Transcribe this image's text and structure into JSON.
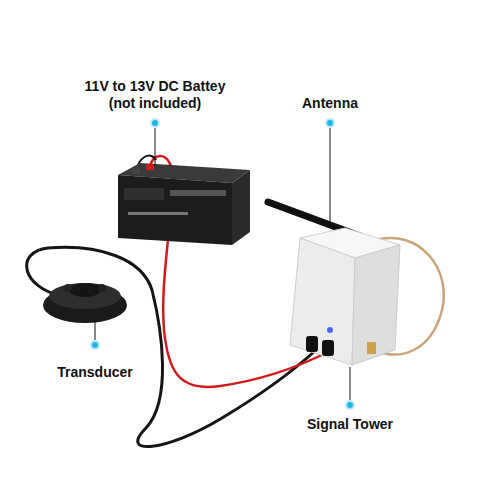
{
  "diagram": {
    "labels": [
      "11V to 13V DC Battey (not included)",
      "Antenna",
      "Transducer",
      "Signal Tower"
    ]
  }
}
